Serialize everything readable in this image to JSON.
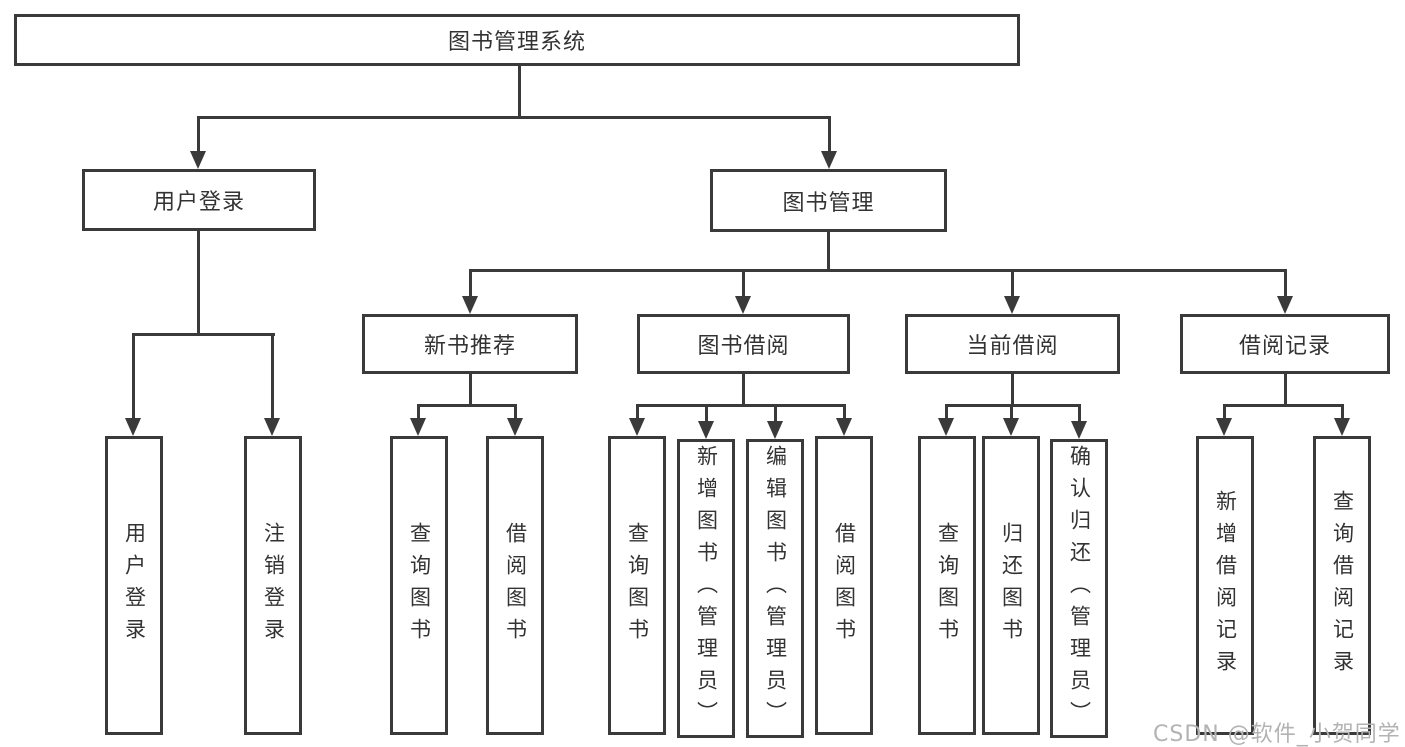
{
  "level1": {
    "label": "图书管理系统"
  },
  "level2": {
    "user_login": "用户登录",
    "book_mgmt": "图书管理"
  },
  "level3": {
    "new_book_rec": "新书推荐",
    "book_borrow": "图书借阅",
    "current_borrow": "当前借阅",
    "borrow_records": "借阅记录"
  },
  "leaves": {
    "user_login": [
      "用户登录",
      "注销登录"
    ],
    "new_book_rec": [
      "查询图书",
      "借阅图书"
    ],
    "book_borrow": [
      "查询图书",
      "新增图书（管理员）",
      "编辑图书（管理员）",
      "借阅图书"
    ],
    "current_borrow": [
      "查询图书",
      "归还图书",
      "确认归还（管理员）"
    ],
    "borrow_records": [
      "新增借阅记录",
      "查询借阅记录"
    ]
  },
  "watermark": "CSDN @软件_小贺同学",
  "colors": {
    "line": "#3a3a3a",
    "text": "#333333",
    "watermark": "#b3b3b3"
  }
}
